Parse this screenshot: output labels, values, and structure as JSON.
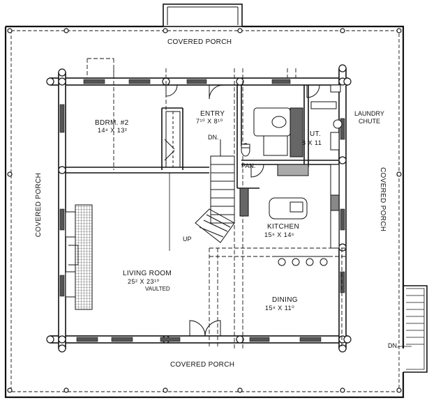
{
  "porches": {
    "top": "COVERED PORCH",
    "bottom": "COVERED PORCH",
    "left": "COVERED PORCH",
    "right": "COVERED PORCH"
  },
  "rooms": {
    "bedroom": {
      "name": "BDRM. #2",
      "dims": "14⁸ X 13²"
    },
    "entry": {
      "name": "ENTRY",
      "dims": "7¹⁰ X 8¹⁰"
    },
    "utility": {
      "name": "UT.",
      "dims": "8 X 11"
    },
    "kitchen": {
      "name": "KITCHEN",
      "dims": "15⁸ X 14⁶"
    },
    "living": {
      "name": "LIVING ROOM",
      "dims": "25² X 23¹⁰",
      "note": "VAULTED"
    },
    "dining": {
      "name": "DINING",
      "dims": "15⁸ X 11⁰"
    }
  },
  "labels": {
    "laundry_1": "LAUNDRY",
    "laundry_2": "CHUTE",
    "pantry": "PAN.",
    "stair_dn": "DN.",
    "stair_up": "UP",
    "porch_dn": "DN."
  },
  "colors": {
    "ink": "#111111",
    "paper": "#ffffff",
    "hatch": "#444444"
  }
}
